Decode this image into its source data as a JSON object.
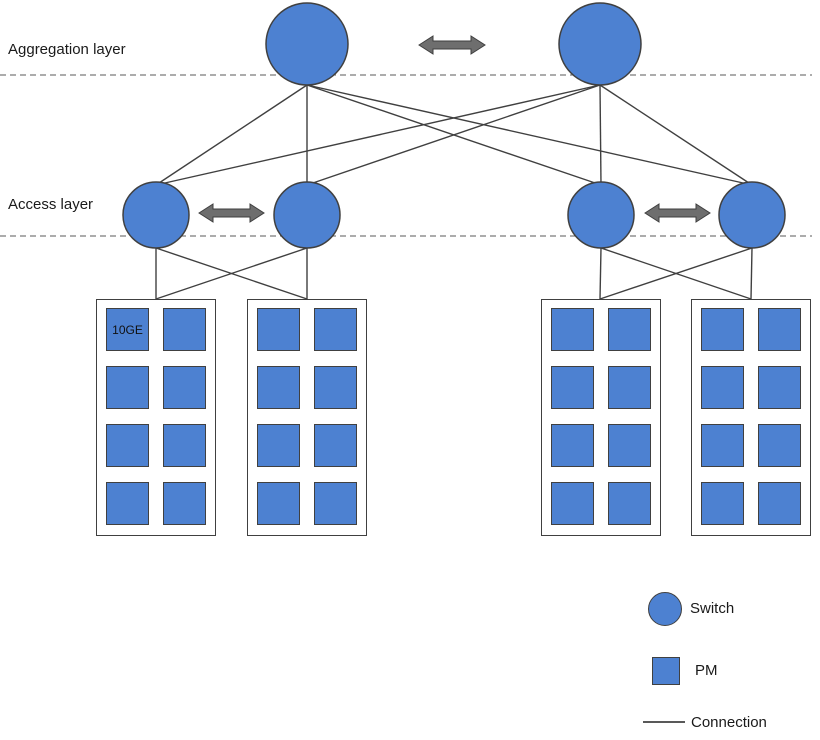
{
  "labels": {
    "aggregation": "Aggregation layer",
    "access": "Access layer"
  },
  "racks": {
    "count": 4,
    "rows": 4,
    "cols": 2,
    "first_pm_label": "10GE"
  },
  "legend": {
    "items": [
      {
        "icon": "switch-circle",
        "label": "Switch"
      },
      {
        "icon": "pm-square",
        "label": "PM"
      },
      {
        "icon": "connection-line",
        "label": "Connection"
      }
    ]
  },
  "colors": {
    "node_fill": "#4d81d1",
    "node_stroke": "#404040",
    "connection": "#404040",
    "arrow_fill": "#6e6e6e",
    "arrow_stroke": "#3f3f3f",
    "dashed_line": "#595959",
    "background": "#ffffff"
  }
}
